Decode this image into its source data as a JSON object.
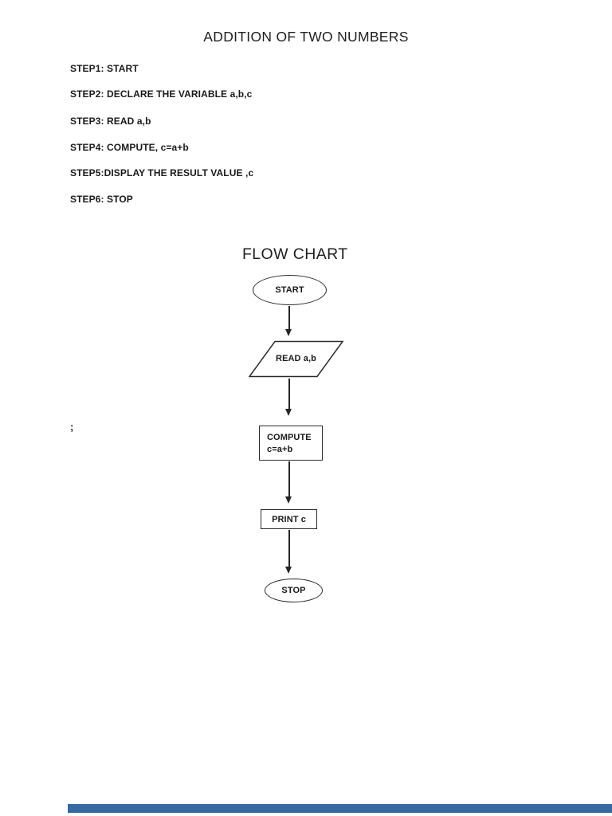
{
  "doc": {
    "title": "ADDITION OF TWO NUMBERS",
    "steps": [
      "STEP1: START",
      "STEP2: DECLARE THE VARIABLE a,b,c",
      "STEP3: READ a,b",
      "STEP4: COMPUTE, c=a+b",
      "STEP5:DISPLAY THE RESULT VALUE ,c",
      "STEP6: STOP"
    ],
    "stray_semicolon": ";",
    "flowchart": {
      "heading": "FLOW CHART",
      "start_label": "START",
      "read_label": "READ a,b",
      "compute_line1": "COMPUTE",
      "compute_line2": "c=a+b",
      "print_label": "PRINT c",
      "stop_label": "STOP"
    },
    "colors": {
      "ink": "#1c1c1c",
      "page_bg": "#ffffff",
      "bottom_bar": "#35699f"
    }
  }
}
